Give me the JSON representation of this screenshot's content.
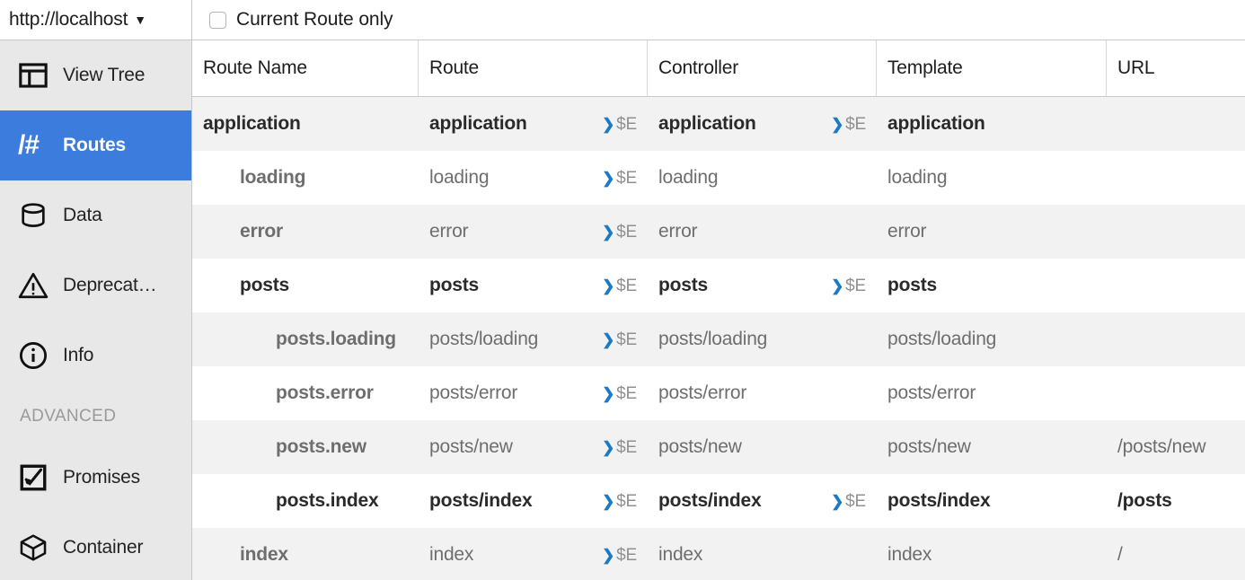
{
  "topbar": {
    "app_picker": {
      "label": "http://localhost",
      "caret": "▼"
    },
    "current_route_only": {
      "label": "Current Route only",
      "checked": false
    }
  },
  "sidebar": {
    "items": [
      {
        "id": "view-tree",
        "label": "View Tree",
        "icon": "view-tree-icon",
        "selected": false
      },
      {
        "id": "routes",
        "label": "Routes",
        "icon": "hash-route-icon",
        "selected": true
      },
      {
        "id": "data",
        "label": "Data",
        "icon": "database-icon",
        "selected": false
      },
      {
        "id": "deprecations",
        "label": "Deprecat…",
        "icon": "warning-triangle-icon",
        "selected": false
      },
      {
        "id": "info",
        "label": "Info",
        "icon": "info-circle-icon",
        "selected": false
      }
    ],
    "section_label": "ADVANCED",
    "advanced_items": [
      {
        "id": "promises",
        "label": "Promises",
        "icon": "promise-check-icon",
        "selected": false
      },
      {
        "id": "container",
        "label": "Container",
        "icon": "cube-icon",
        "selected": false
      }
    ]
  },
  "table": {
    "columns": [
      {
        "key": "route_name",
        "label": "Route Name"
      },
      {
        "key": "route",
        "label": "Route"
      },
      {
        "key": "controller",
        "label": "Controller"
      },
      {
        "key": "template",
        "label": "Template"
      },
      {
        "key": "url",
        "label": "URL"
      }
    ],
    "send_button": {
      "chevron": "❯",
      "label": "$E"
    },
    "rows": [
      {
        "route_name": "application",
        "depth": 0,
        "active": true,
        "route": "application",
        "route_send": true,
        "controller": "application",
        "controller_send": true,
        "template": "application",
        "url": ""
      },
      {
        "route_name": "loading",
        "depth": 1,
        "active": false,
        "route": "loading",
        "route_send": true,
        "controller": "loading",
        "controller_send": false,
        "template": "loading",
        "url": ""
      },
      {
        "route_name": "error",
        "depth": 1,
        "active": false,
        "route": "error",
        "route_send": true,
        "controller": "error",
        "controller_send": false,
        "template": "error",
        "url": ""
      },
      {
        "route_name": "posts",
        "depth": 1,
        "active": true,
        "route": "posts",
        "route_send": true,
        "controller": "posts",
        "controller_send": true,
        "template": "posts",
        "url": ""
      },
      {
        "route_name": "posts.loading",
        "depth": 2,
        "active": false,
        "route": "posts/loading",
        "route_send": true,
        "controller": "posts/loading",
        "controller_send": false,
        "template": "posts/loading",
        "url": ""
      },
      {
        "route_name": "posts.error",
        "depth": 2,
        "active": false,
        "route": "posts/error",
        "route_send": true,
        "controller": "posts/error",
        "controller_send": false,
        "template": "posts/error",
        "url": ""
      },
      {
        "route_name": "posts.new",
        "depth": 2,
        "active": false,
        "route": "posts/new",
        "route_send": true,
        "controller": "posts/new",
        "controller_send": false,
        "template": "posts/new",
        "url": "/posts/new"
      },
      {
        "route_name": "posts.index",
        "depth": 2,
        "active": true,
        "route": "posts/index",
        "route_send": true,
        "controller": "posts/index",
        "controller_send": true,
        "template": "posts/index",
        "url": "/posts"
      },
      {
        "route_name": "index",
        "depth": 1,
        "active": false,
        "route": "index",
        "route_send": true,
        "controller": "index",
        "controller_send": false,
        "template": "index",
        "url": "/"
      }
    ]
  },
  "colors": {
    "accent": "#3b7cdd",
    "send_chevron": "#1a7ac4",
    "sidebar_bg": "#e8e8e8",
    "row_odd": "#f2f2f2",
    "row_even": "#ffffff",
    "text_active": "#2a2a2a",
    "text_inactive": "#6e6e6e"
  }
}
